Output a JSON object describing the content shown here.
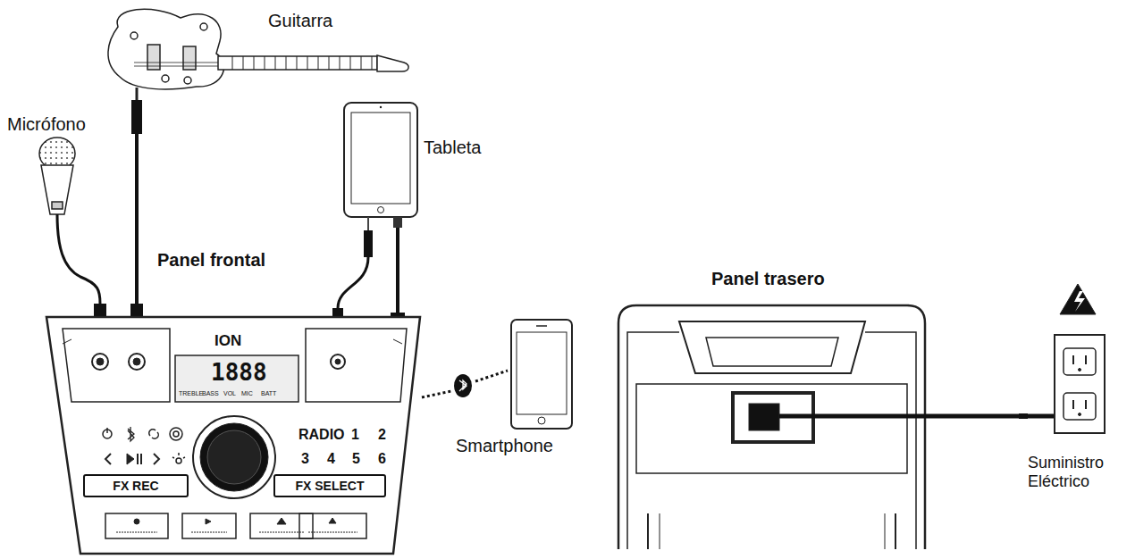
{
  "diagram": {
    "nodes": [
      {
        "text": [
          "FX REC"
        ]
      },
      {
        "text": [
          "FX SELECT"
        ]
      }
    ],
    "labels": [
      "Guitarra",
      "Micrófono",
      "Tableta",
      "Panel frontal",
      "Panel trasero",
      "Smartphone",
      "Suministro Eléctrico",
      "ION",
      "1888",
      "RADIO",
      "1",
      "2",
      "3",
      "4",
      "5",
      "6",
      "TREBLE",
      "BASS",
      "VOL",
      "MIC",
      "BATT"
    ]
  }
}
